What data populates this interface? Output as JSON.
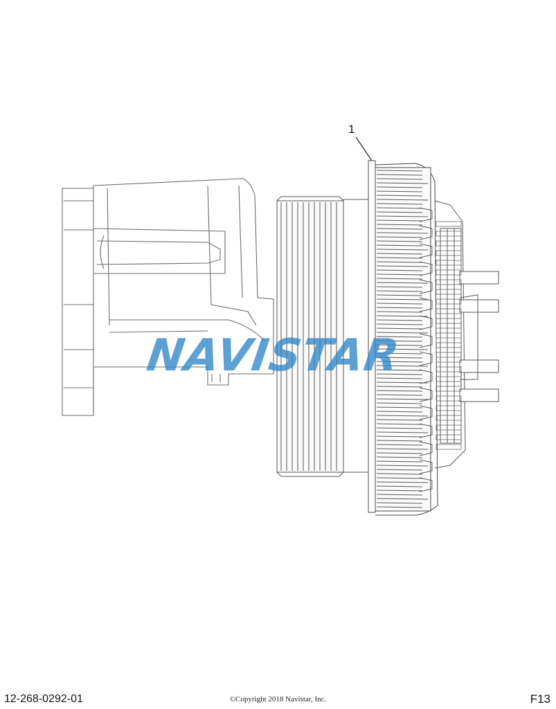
{
  "callout": {
    "number": "1"
  },
  "watermark": {
    "text": "NAVISTAR",
    "color": "#2f86c8"
  },
  "footer": {
    "part_code": "12-268-0292-01",
    "copyright": "©Copyright 2018 Navistar, Inc.",
    "figure_id": "F13"
  },
  "colors": {
    "line": "#6b6b6b",
    "dark_line": "#333333"
  }
}
